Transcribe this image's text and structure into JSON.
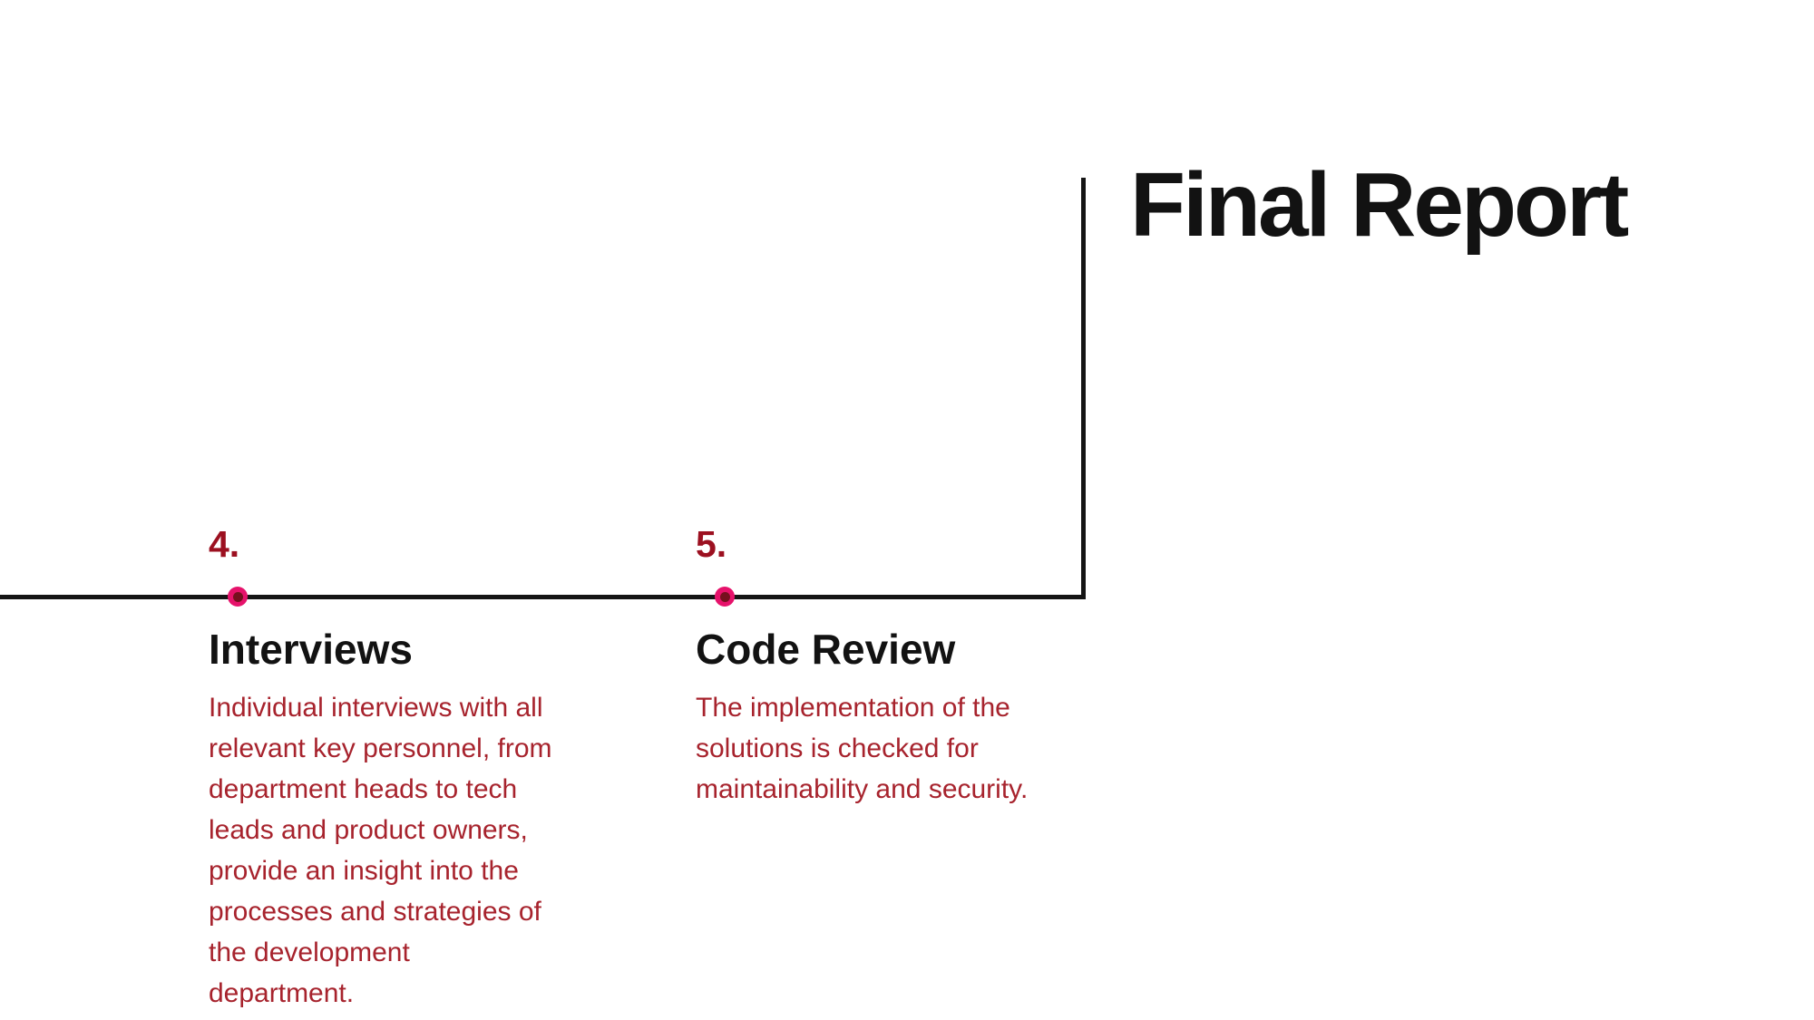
{
  "slide": {
    "background_color": "#ffffff",
    "line_color": "#151515",
    "colors": {
      "step_number": "#9C1020",
      "body_text": "#A7232D",
      "dot_ring": "#E6126B",
      "dot_core": "#75101E",
      "title_text": "#121212"
    },
    "final_title": "Final Report",
    "milestones": [
      {
        "number": "4.",
        "title": "Interviews",
        "body_lines": [
          "Individual interviews with all",
          "relevant key personnel, from",
          "department heads to tech",
          "leads and product owners,",
          "provide an insight into the",
          "processes and strategies of",
          "the development",
          "department."
        ]
      },
      {
        "number": "5.",
        "title": "Code Review",
        "body_lines": [
          "The implementation of the",
          "solutions is checked for",
          "maintainability and security."
        ]
      }
    ]
  }
}
